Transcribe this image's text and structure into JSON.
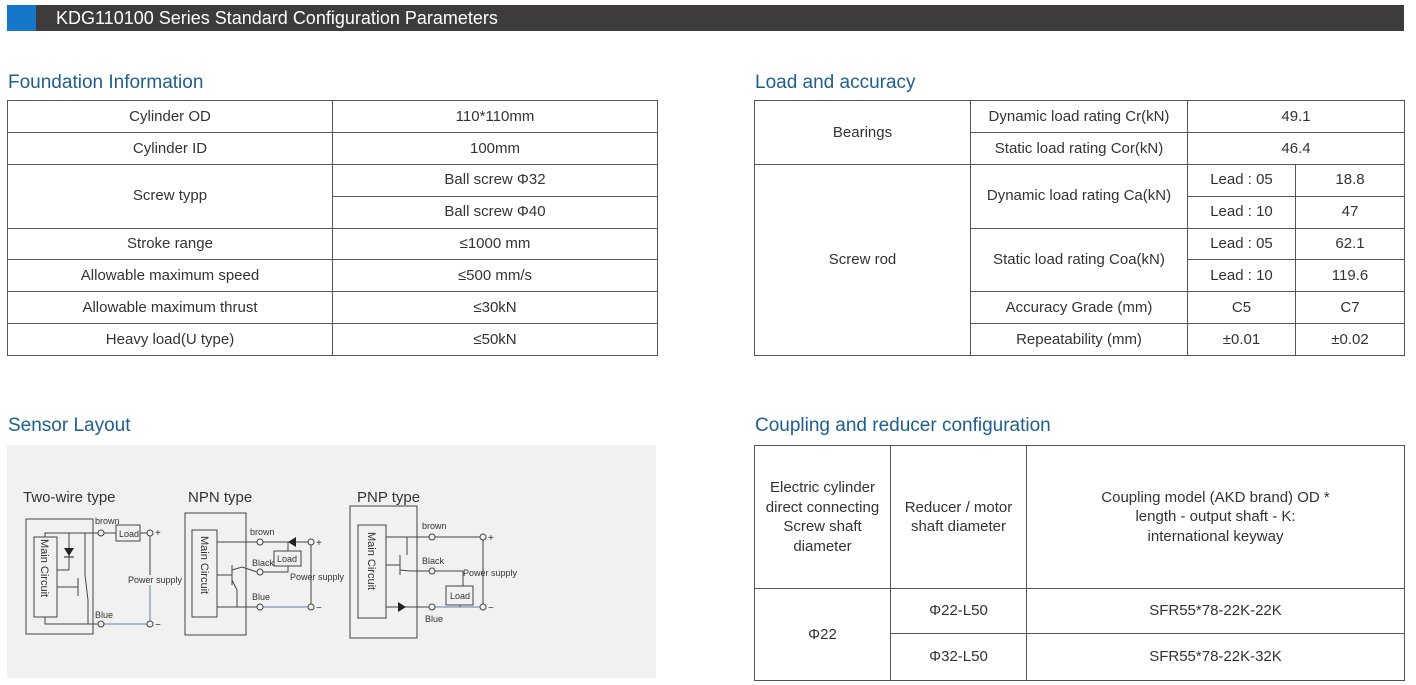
{
  "header": {
    "title": "KDG110100 Series Standard Configuration Parameters"
  },
  "foundation": {
    "title": "Foundation Information",
    "rows": [
      [
        "Cylinder OD",
        "110*110mm"
      ],
      [
        "Cylinder ID",
        "100mm"
      ],
      [
        "Screw typp",
        "Ball screw Φ32",
        "Ball screw Φ40"
      ],
      [
        "Stroke range",
        "≤1000 mm"
      ],
      [
        "Allowable maximum speed",
        "≤500 mm/s"
      ],
      [
        "Allowable maximum thrust",
        "≤30kN"
      ],
      [
        "Heavy load(U type)",
        "≤50kN"
      ]
    ]
  },
  "load": {
    "title": "Load and accuracy",
    "bearings": "Bearings",
    "dyn_cr": "Dynamic load rating Cr(kN)",
    "dyn_cr_val": "49.1",
    "stat_cor": "Static load rating Cor(kN)",
    "stat_cor_val": "46.4",
    "screw_rod": "Screw rod",
    "dyn_ca": "Dynamic load rating Ca(kN)",
    "stat_coa": "Static load rating Coa(kN)",
    "lead05": "Lead : 05",
    "lead10": "Lead : 10",
    "ca05": "18.8",
    "ca10": "47",
    "coa05": "62.1",
    "coa10": "119.6",
    "accuracy": "Accuracy Grade (mm)",
    "acc1": "C5",
    "acc2": "C7",
    "repeat": "Repeatability (mm)",
    "rep1": "±0.01",
    "rep2": "±0.02"
  },
  "sensor": {
    "title": "Sensor Layout",
    "two_wire": "Two-wire type",
    "npn": "NPN type",
    "pnp": "PNP type",
    "main_circuit": "Main Circuit",
    "load": "Load",
    "brown": "brown",
    "black": "Black",
    "blue": "Blue",
    "power": "Power supply",
    "plus": "+",
    "minus": "−"
  },
  "coupling": {
    "title": "Coupling and reducer configuration",
    "h1": "Electric cylinder direct connecting Screw shaft diameter",
    "h2": "Reducer / motor shaft diameter",
    "h3": "Coupling model (AKD brand) OD * length - output shaft - K: international keyway",
    "d": "Φ22",
    "r1": "Φ22-L50",
    "m1": "SFR55*78-22K-22K",
    "r2": "Φ32-L50",
    "m2": "SFR55*78-22K-32K"
  }
}
